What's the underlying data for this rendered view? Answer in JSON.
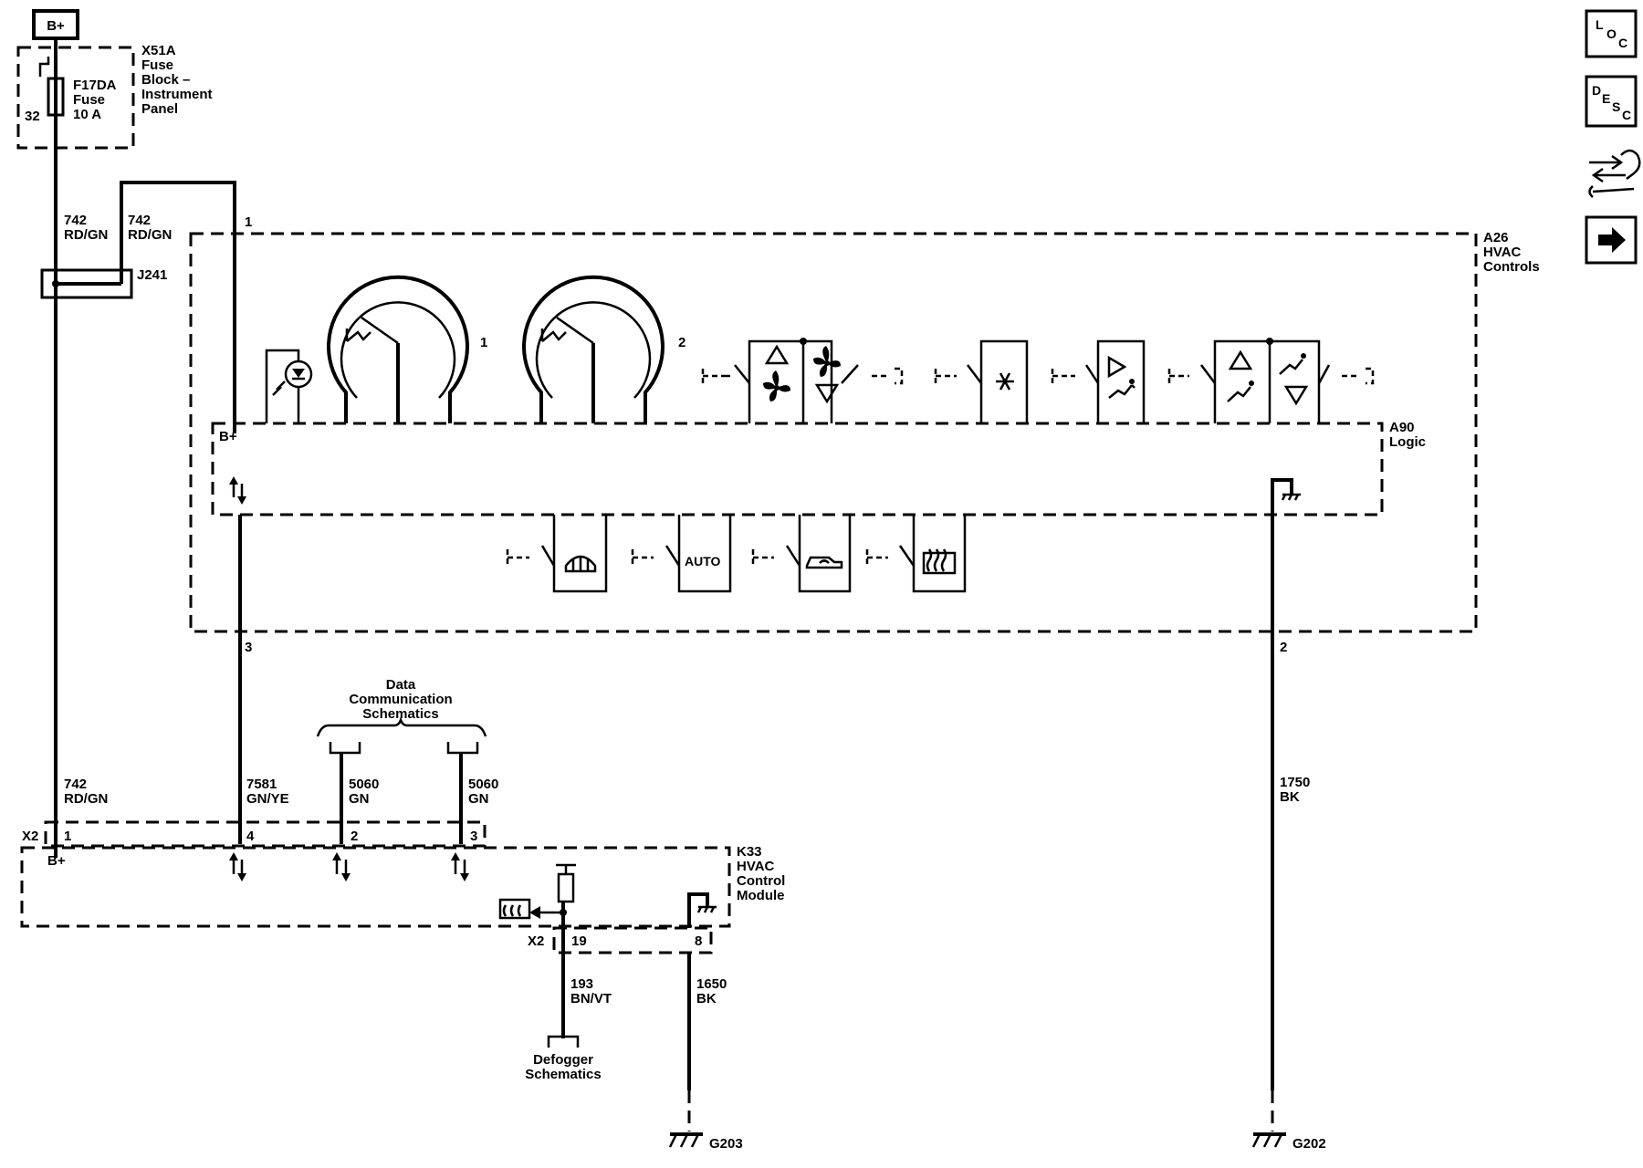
{
  "battery": {
    "label": "B+"
  },
  "fuse_block": {
    "connector": "X51A",
    "name_lines": [
      "Fuse",
      "Block –",
      "Instrument",
      "Panel"
    ],
    "fuse_id": "F17DA",
    "fuse_word": "Fuse",
    "fuse_rating": "10 A",
    "pin": "32"
  },
  "wires": {
    "w742_top_left": {
      "circuit": "742",
      "color": "RD/GN"
    },
    "w742_top_right": {
      "circuit": "742",
      "color": "RD/GN"
    },
    "w742_bottom": {
      "circuit": "742",
      "color": "RD/GN"
    },
    "w7581": {
      "circuit": "7581",
      "color": "GN/YE"
    },
    "w5060_a": {
      "circuit": "5060",
      "color": "GN"
    },
    "w5060_b": {
      "circuit": "5060",
      "color": "GN"
    },
    "w1750": {
      "circuit": "1750",
      "color": "BK"
    },
    "w193": {
      "circuit": "193",
      "color": "BN/VT"
    },
    "w1650": {
      "circuit": "1650",
      "color": "BK"
    }
  },
  "splice": {
    "label": "J241"
  },
  "hvac_controls": {
    "id": "A26",
    "name_lines": [
      "HVAC",
      "Controls"
    ],
    "pins": {
      "p1": "1",
      "p3": "3",
      "p2": "2"
    },
    "logic_id": "A90",
    "logic_name": "Logic",
    "bplus": "B+",
    "knob1": "1",
    "knob2": "2",
    "auto_label": "AUTO"
  },
  "data_comm": {
    "lines": [
      "Data",
      "Communication",
      "Schematics"
    ]
  },
  "control_module": {
    "connector": "X2",
    "id": "K33",
    "name_lines": [
      "HVAC",
      "Control",
      "Module"
    ],
    "pins": {
      "p1": "1",
      "p4": "4",
      "p2": "2",
      "p3": "3"
    },
    "bplus": "B+",
    "lower_connector": "X2",
    "lower_pins": {
      "p19": "19",
      "p8": "8"
    }
  },
  "defogger": {
    "lines": [
      "Defogger",
      "Schematics"
    ]
  },
  "grounds": {
    "g203": "G203",
    "g202": "G202"
  },
  "nav": {
    "loc": [
      "L",
      "O",
      "C"
    ],
    "desc": [
      "D",
      "E",
      "S",
      "C"
    ]
  }
}
